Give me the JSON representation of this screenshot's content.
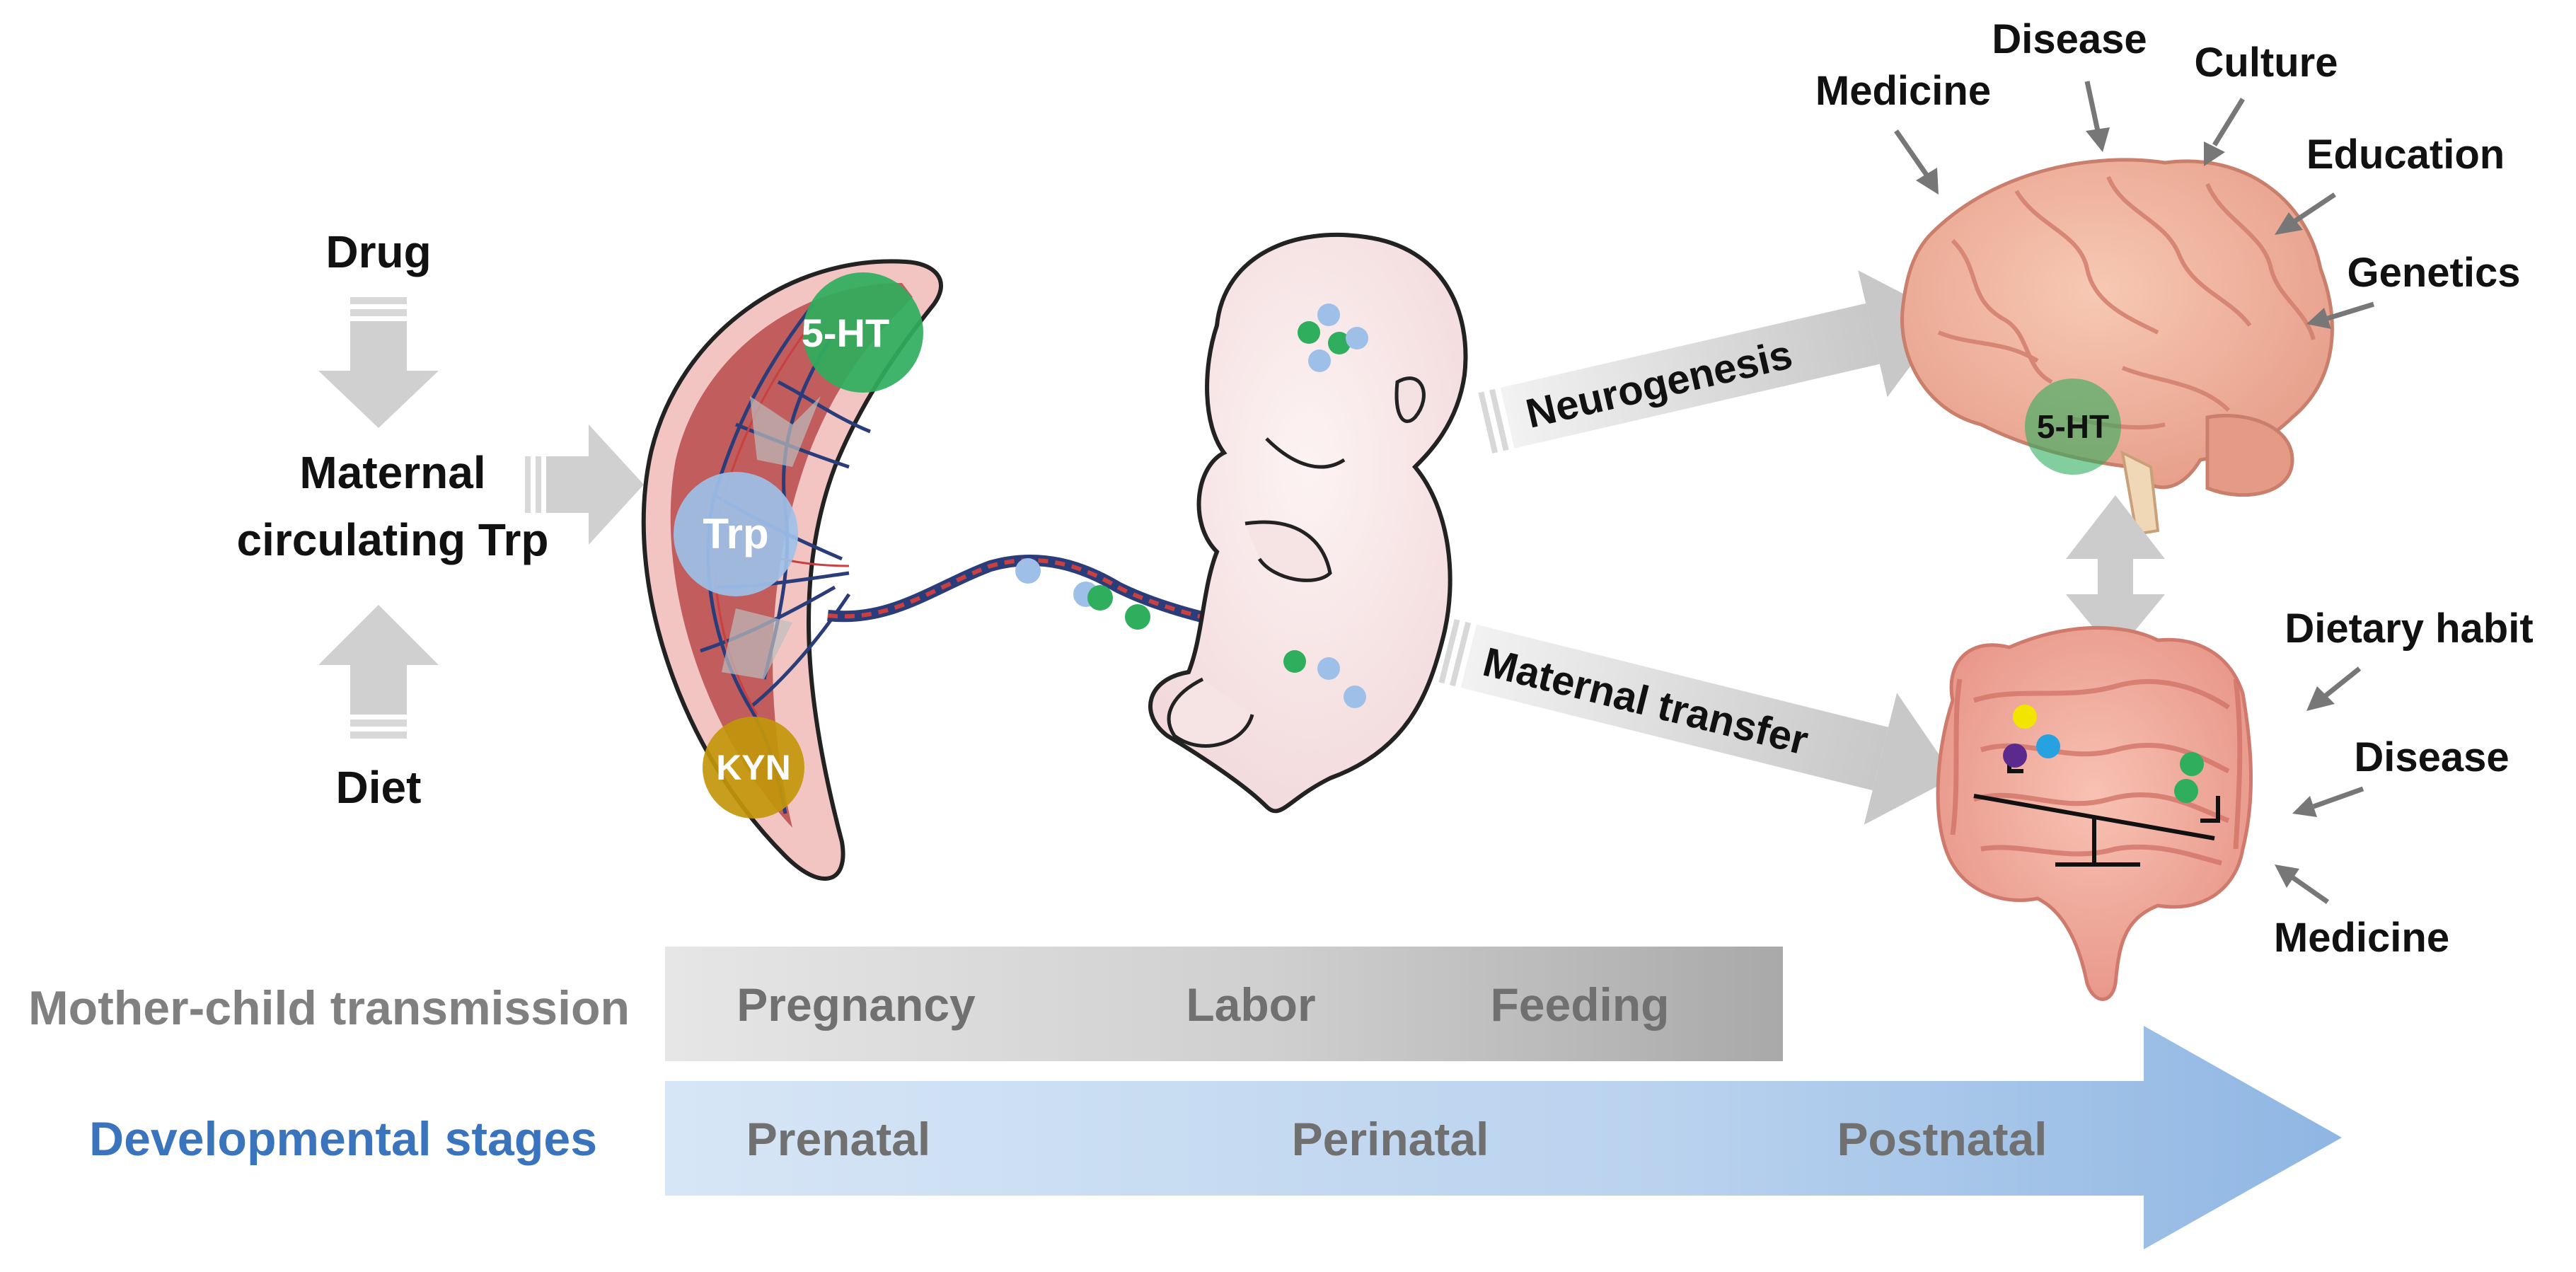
{
  "maternal": {
    "drug": "Drug",
    "circ_line1": "Maternal",
    "circ_line2": "circulating Trp",
    "diet": "Diet"
  },
  "placenta": {
    "ht_label": "5-HT",
    "trp_label": "Trp",
    "kyn_label": "KYN"
  },
  "arrows": {
    "neurogenesis": "Neurogenesis",
    "maternal_transfer": "Maternal transfer"
  },
  "brain": {
    "influences": [
      "Medicine",
      "Disease",
      "Culture",
      "Education",
      "Genetics"
    ],
    "ht_label": "5-HT"
  },
  "gut": {
    "influences": [
      "Dietary habit",
      "Disease",
      "Medicine"
    ]
  },
  "timeline": {
    "transmission_label": "Mother-child transmission",
    "transmission_stages": [
      "Pregnancy",
      "Labor",
      "Feeding"
    ],
    "development_label": "Developmental stages",
    "development_stages": [
      "Prenatal",
      "Perinatal",
      "Postnatal"
    ]
  },
  "colors": {
    "serotonin": "#2fae5d",
    "tryptophan": "#9ec0e8",
    "kynurenine": "#c3960c",
    "development_blue": "#3a74bd",
    "transmission_gray": "#808080"
  }
}
